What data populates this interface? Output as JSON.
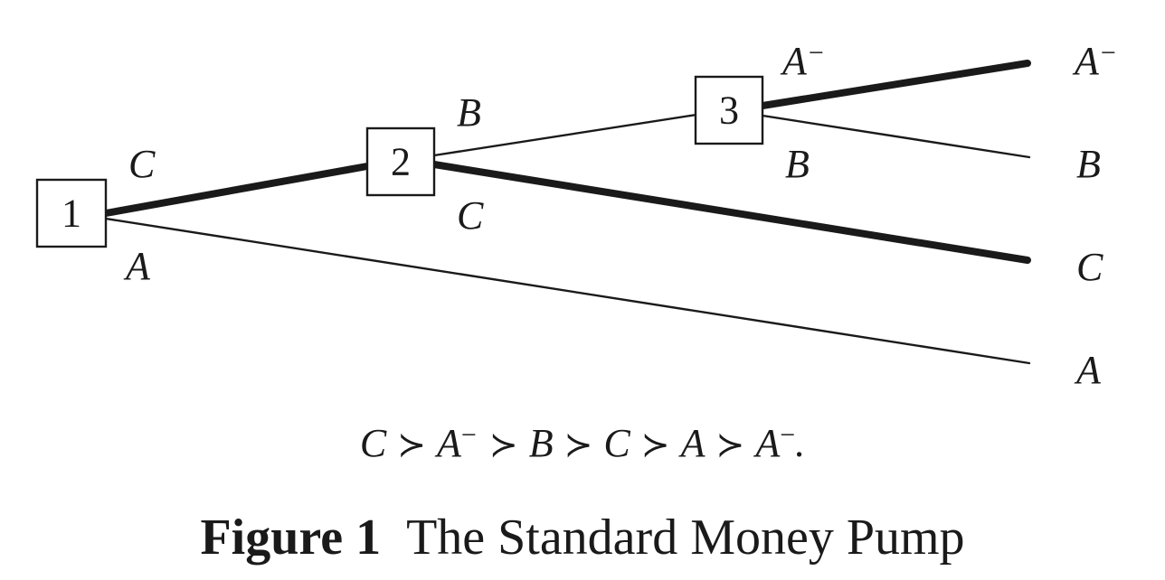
{
  "nodes": [
    {
      "number": "1"
    },
    {
      "number": "2"
    },
    {
      "number": "3"
    }
  ],
  "branch_labels": {
    "n1_up": "C",
    "n1_down": "A",
    "n2_up": "B",
    "n2_down": "C",
    "n3_up": "A",
    "n3_up_sup": "−",
    "n3_down": "B"
  },
  "outcomes": [
    {
      "label": "A",
      "sup": "−"
    },
    {
      "label": "B",
      "sup": ""
    },
    {
      "label": "C",
      "sup": ""
    },
    {
      "label": "A",
      "sup": ""
    }
  ],
  "preference_chain": [
    {
      "label": "C",
      "sup": ""
    },
    {
      "label": "A",
      "sup": "−"
    },
    {
      "label": "B",
      "sup": ""
    },
    {
      "label": "C",
      "sup": ""
    },
    {
      "label": "A",
      "sup": ""
    },
    {
      "label": "A",
      "sup": "−"
    }
  ],
  "preference_symbol": "≻",
  "preference_end": ".",
  "caption": {
    "number": "Figure 1",
    "title": "The Standard Money Pump"
  }
}
